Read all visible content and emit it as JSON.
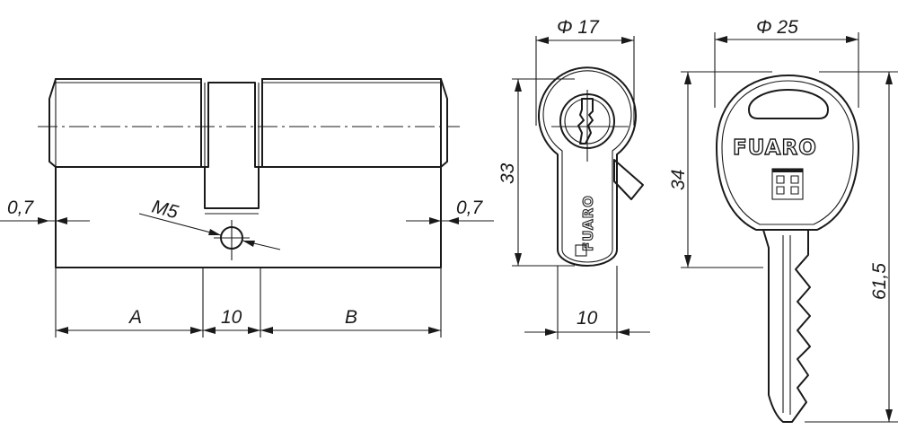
{
  "cylinder": {
    "dim_a": "A",
    "dim_center": "10",
    "dim_b": "B",
    "thread": "M5",
    "offset_left": "0,7",
    "offset_right": "0,7"
  },
  "profile": {
    "diameter": "Φ 17",
    "height": "33",
    "width": "10",
    "brand": "FUARO"
  },
  "key": {
    "diameter": "Φ 25",
    "head_height": "34",
    "total_length": "61,5",
    "brand": "FUARO"
  }
}
